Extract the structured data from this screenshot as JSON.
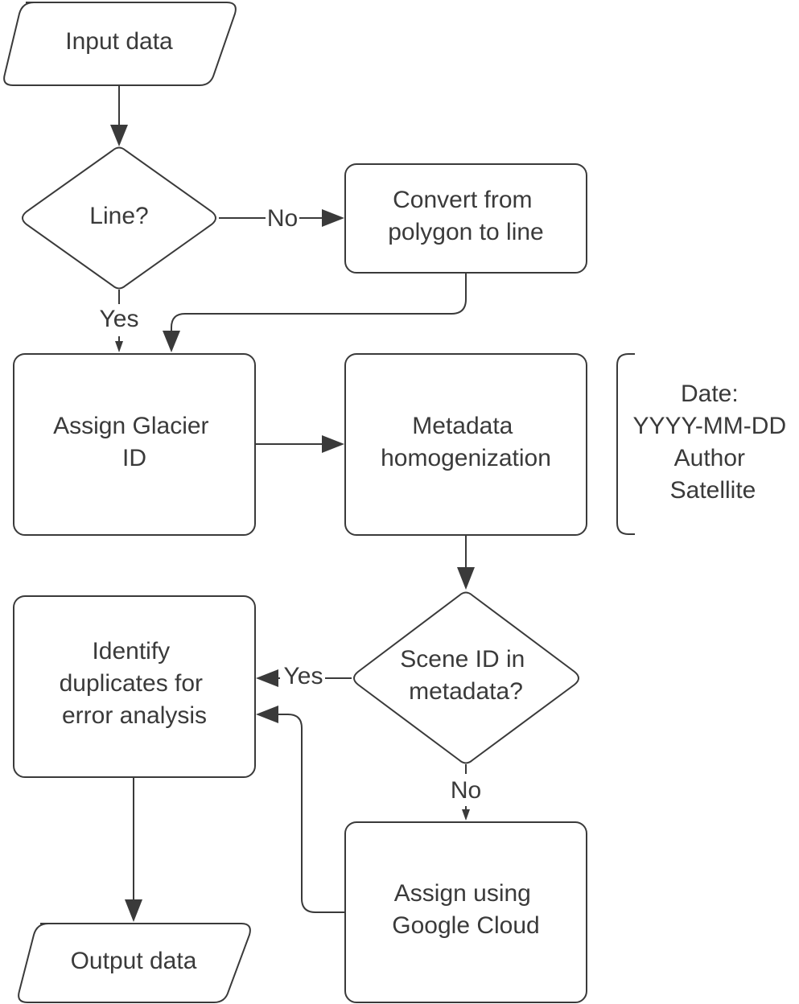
{
  "nodes": {
    "input": [
      "Input data"
    ],
    "line_q": [
      "Line?"
    ],
    "convert": [
      "Convert from",
      "polygon to line"
    ],
    "assign_id": [
      "Assign Glacier",
      "ID"
    ],
    "metadata": [
      "Metadata",
      "homogenization"
    ],
    "meta_note": [
      "Date:",
      "YYYY-MM-DD",
      "Author",
      "Satellite"
    ],
    "scene_q": [
      "Scene ID in",
      "metadata?"
    ],
    "identify": [
      "Identify",
      "duplicates for",
      "error analysis"
    ],
    "google": [
      "Assign using",
      "Google Cloud"
    ],
    "output": [
      "Output data"
    ]
  },
  "edges": {
    "line_no": "No",
    "line_yes": "Yes",
    "scene_yes": "Yes",
    "scene_no": "No"
  },
  "colors": {
    "stroke": "#3a3a3a",
    "text": "#3a3a3a",
    "fill": "#ffffff"
  }
}
